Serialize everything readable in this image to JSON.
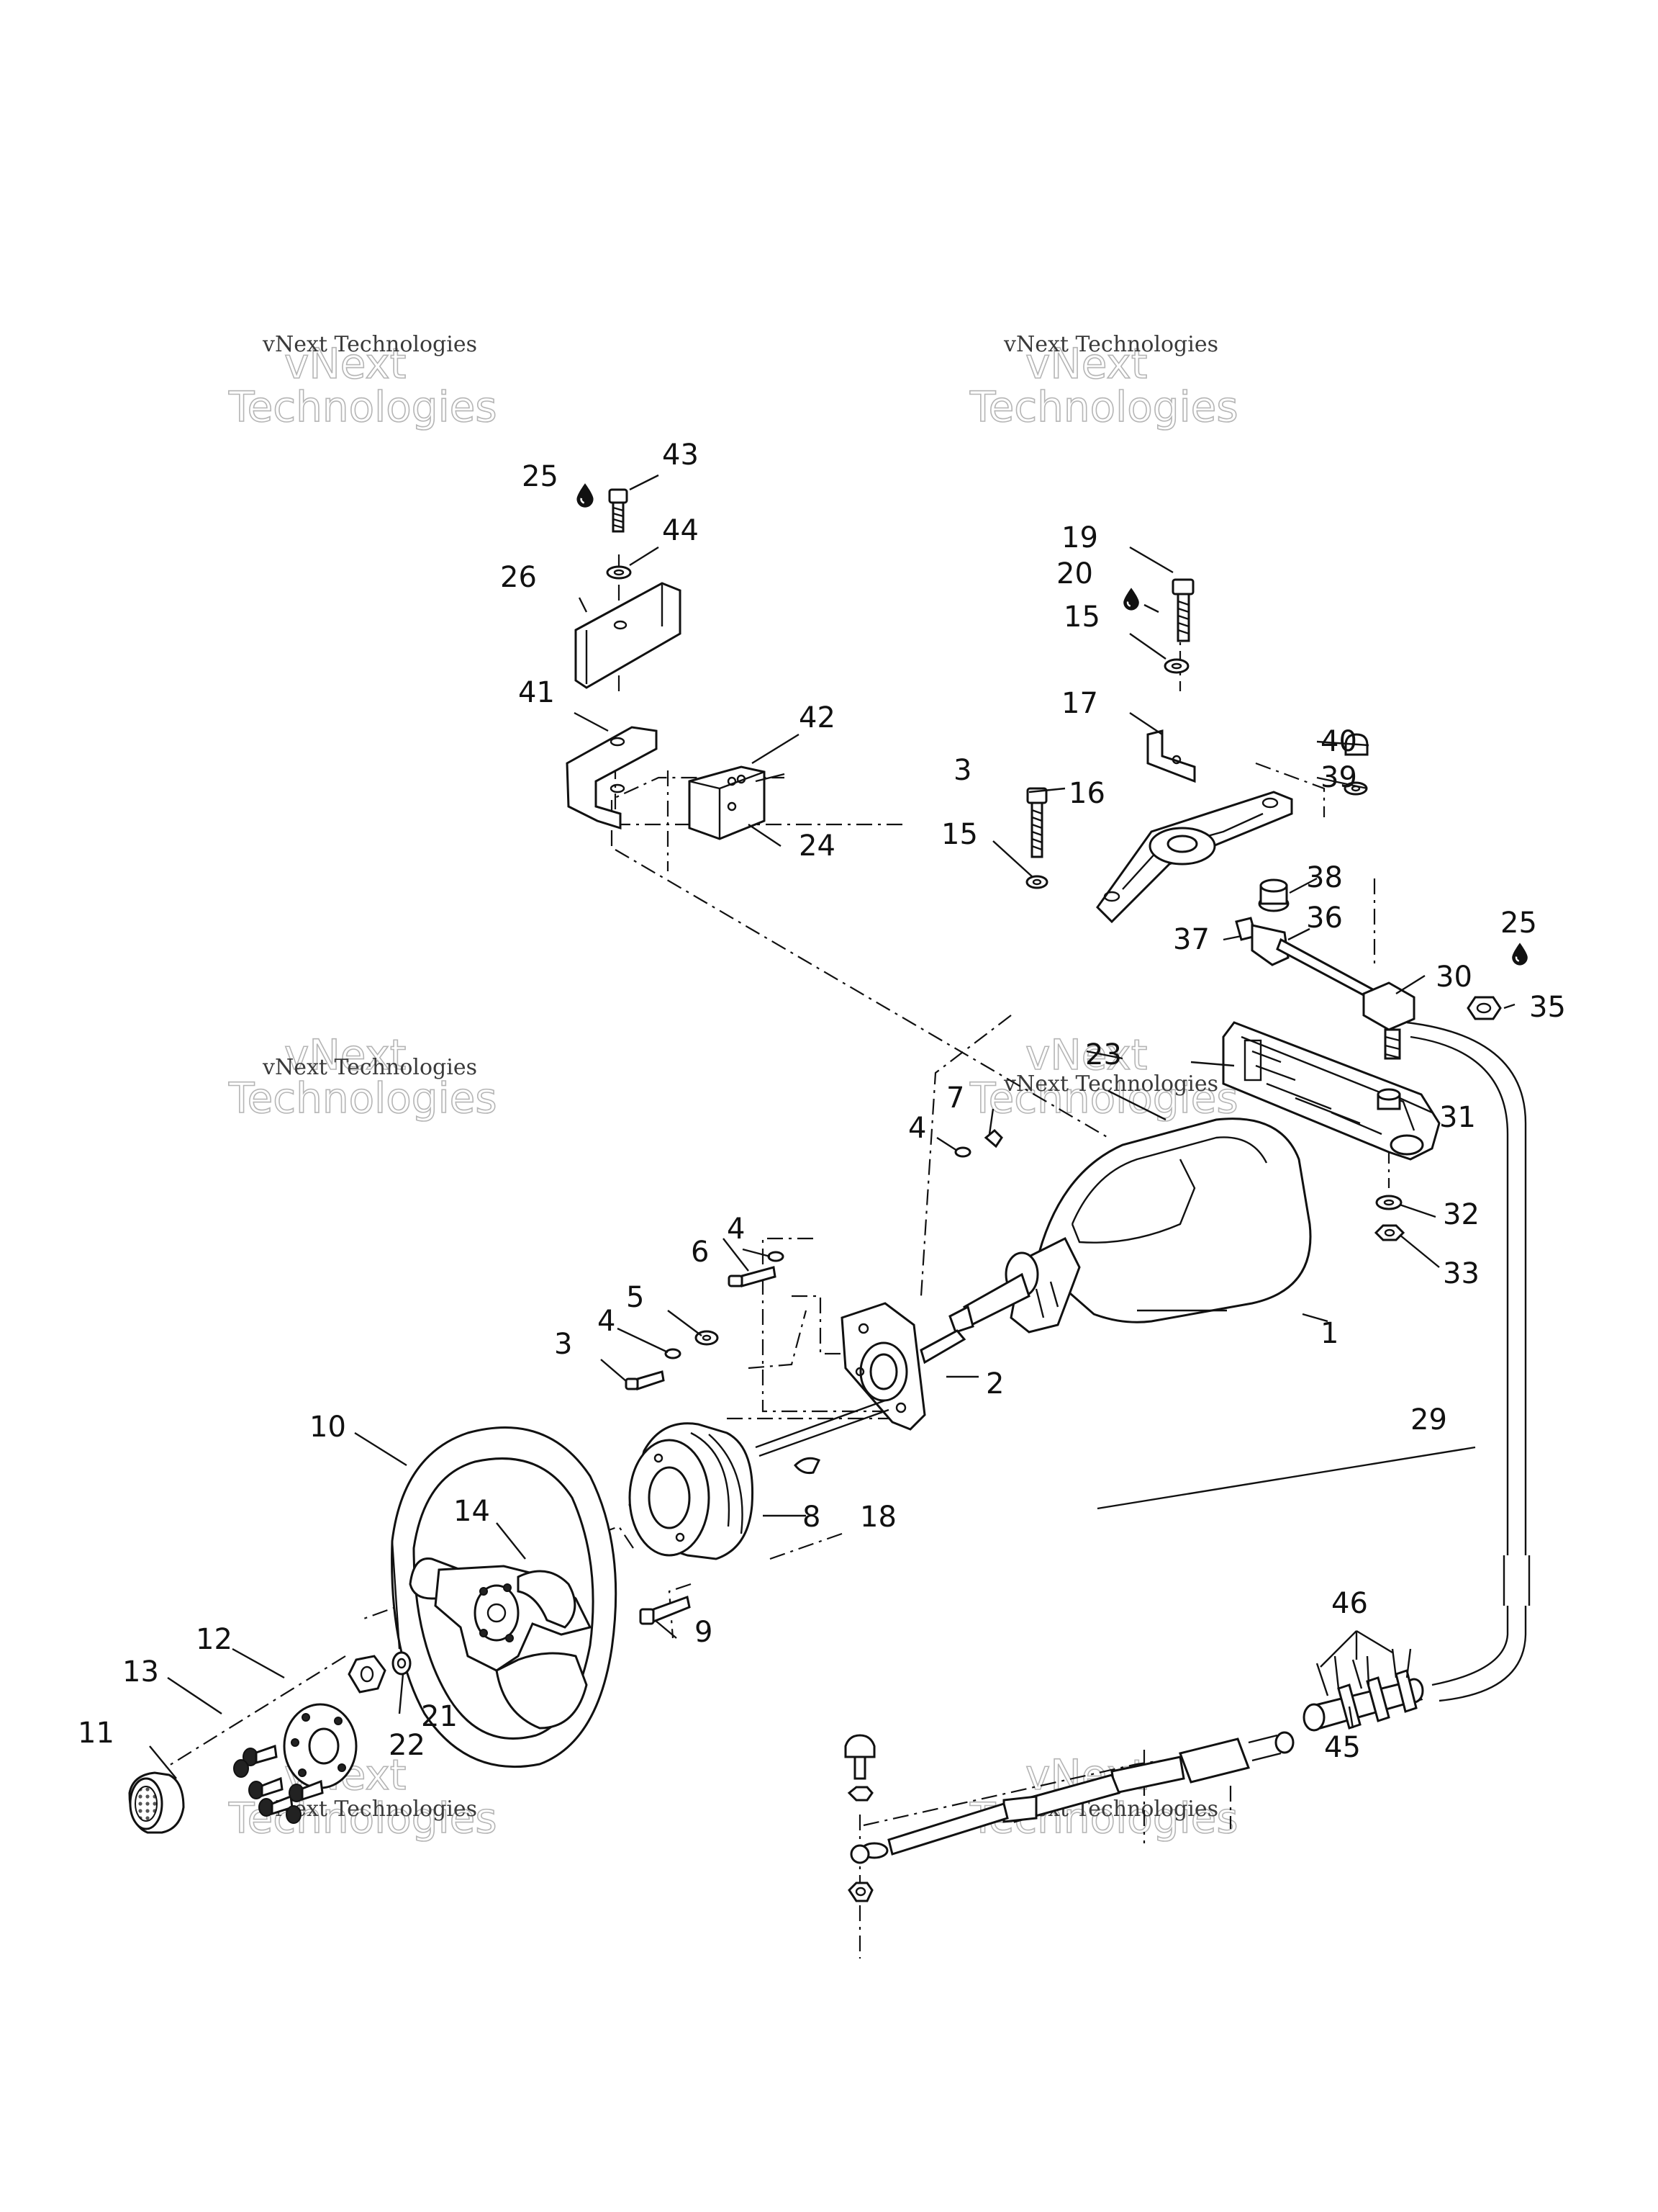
{
  "watermark": {
    "line1": "vNext Technologies",
    "line2": "vNext",
    "line3": "Technologies"
  },
  "icons": {
    "loctite_drop": "drop-icon"
  },
  "callouts": [
    {
      "id": "c1",
      "label": "1"
    },
    {
      "id": "c2",
      "label": "2"
    },
    {
      "id": "c3a",
      "label": "3"
    },
    {
      "id": "c3b",
      "label": "3"
    },
    {
      "id": "c4a",
      "label": "4"
    },
    {
      "id": "c4b",
      "label": "4"
    },
    {
      "id": "c4c",
      "label": "4"
    },
    {
      "id": "c5",
      "label": "5"
    },
    {
      "id": "c6",
      "label": "6"
    },
    {
      "id": "c7",
      "label": "7"
    },
    {
      "id": "c8",
      "label": "8"
    },
    {
      "id": "c9",
      "label": "9"
    },
    {
      "id": "c10",
      "label": "10"
    },
    {
      "id": "c11",
      "label": "11"
    },
    {
      "id": "c12",
      "label": "12"
    },
    {
      "id": "c13",
      "label": "13"
    },
    {
      "id": "c14",
      "label": "14"
    },
    {
      "id": "c15a",
      "label": "15"
    },
    {
      "id": "c15b",
      "label": "15"
    },
    {
      "id": "c16",
      "label": "16"
    },
    {
      "id": "c17",
      "label": "17"
    },
    {
      "id": "c18",
      "label": "18"
    },
    {
      "id": "c19",
      "label": "19"
    },
    {
      "id": "c20",
      "label": "20"
    },
    {
      "id": "c21",
      "label": "21"
    },
    {
      "id": "c22",
      "label": "22"
    },
    {
      "id": "c23",
      "label": "23"
    },
    {
      "id": "c24",
      "label": "24"
    },
    {
      "id": "c25a",
      "label": "25"
    },
    {
      "id": "c25b",
      "label": "25"
    },
    {
      "id": "c26",
      "label": "26"
    },
    {
      "id": "c29",
      "label": "29"
    },
    {
      "id": "c30",
      "label": "30"
    },
    {
      "id": "c31",
      "label": "31"
    },
    {
      "id": "c32",
      "label": "32"
    },
    {
      "id": "c33",
      "label": "33"
    },
    {
      "id": "c35",
      "label": "35"
    },
    {
      "id": "c36",
      "label": "36"
    },
    {
      "id": "c37",
      "label": "37"
    },
    {
      "id": "c38",
      "label": "38"
    },
    {
      "id": "c39",
      "label": "39"
    },
    {
      "id": "c40",
      "label": "40"
    },
    {
      "id": "c41",
      "label": "41"
    },
    {
      "id": "c42",
      "label": "42"
    },
    {
      "id": "c43",
      "label": "43"
    },
    {
      "id": "c44",
      "label": "44"
    },
    {
      "id": "c45",
      "label": "45"
    },
    {
      "id": "c46",
      "label": "46"
    }
  ]
}
